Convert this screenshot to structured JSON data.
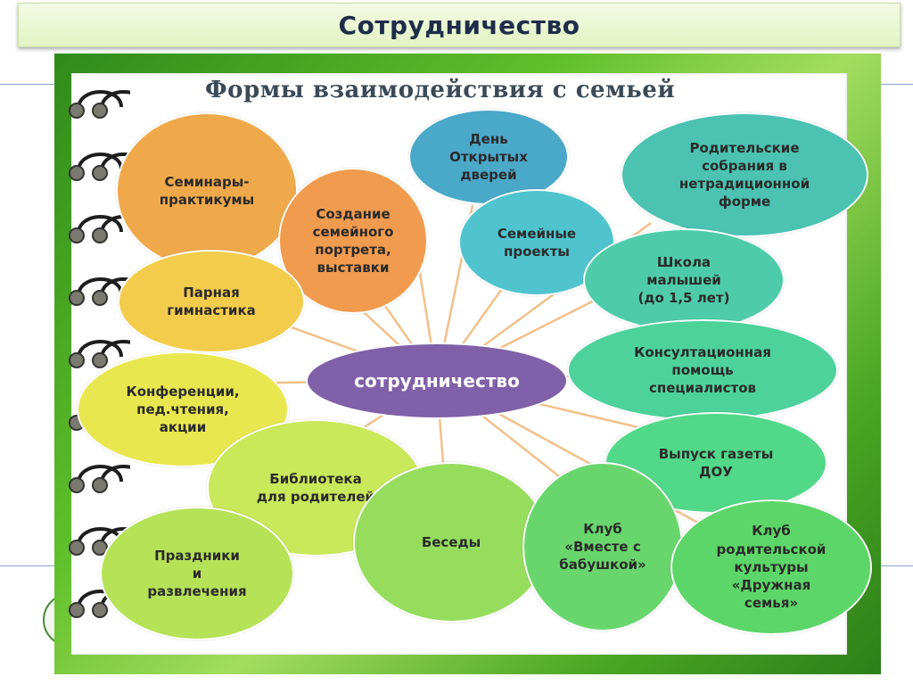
{
  "header": {
    "title": "Сотрудничество"
  },
  "diagram": {
    "subtitle": "Формы взаимодействия с семьей",
    "center": "сотрудничество",
    "nodes": [
      {
        "label": "Семинары-\nпрактикумы",
        "color": "#f0a94a"
      },
      {
        "label": "Создание\nсемейного\nпортрета,\nвыставки",
        "color": "#f19b4f"
      },
      {
        "label": "День\nОткрытых\nдверей",
        "color": "#4aa8c9"
      },
      {
        "label": "Родительские\nсобрания в\nнетрадиционной\nформе",
        "color": "#4bc2b2"
      },
      {
        "label": "Семейные\nпроекты",
        "color": "#4fc4cf"
      },
      {
        "label": "Школа\nмалышей\n(до 1,5 лет)",
        "color": "#4ecca9"
      },
      {
        "label": "Парная\nгимнастика",
        "color": "#f4cc4c"
      },
      {
        "label": "Конференции,\nпед.чтения,\nакции",
        "color": "#e9e74f"
      },
      {
        "label": "Консултационная\nпомощь\nспециалистов",
        "color": "#4dd29b"
      },
      {
        "label": "Выпуск газеты\nДОУ",
        "color": "#52d889"
      },
      {
        "label": "Библиотека\nдля родителей",
        "color": "#c9e85a"
      },
      {
        "label": "Беседы",
        "color": "#96dd5e"
      },
      {
        "label": "Клуб\n«Вместе с\nбабушкой»",
        "color": "#68d66c"
      },
      {
        "label": "Клуб\nродительской\nкультуры\n«Дружная\nсемья»",
        "color": "#5cd668"
      },
      {
        "label": "Праздники\nи\nразвлечения",
        "color": "#b5e257"
      }
    ]
  }
}
